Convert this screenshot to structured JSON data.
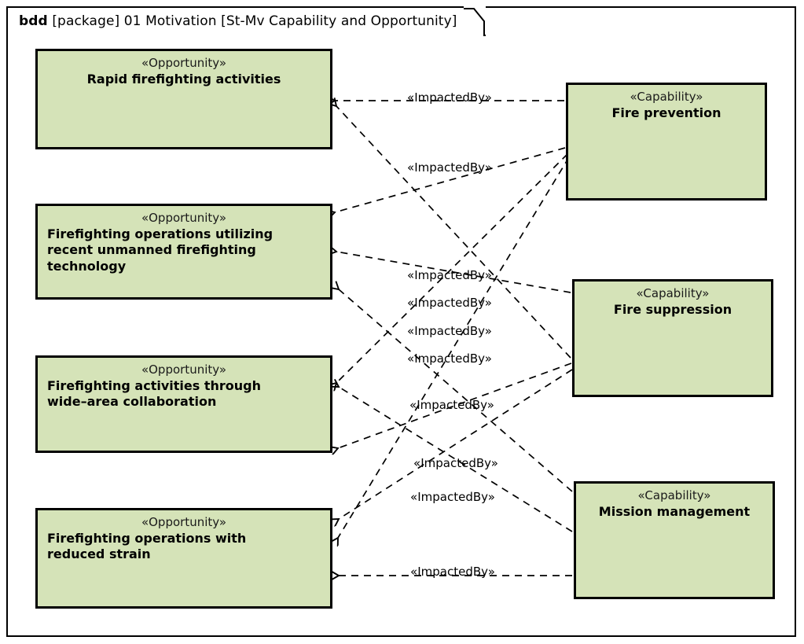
{
  "diagram": {
    "kind_label": "bdd",
    "title_rest": " [package] 01 Motivation [St-Mv Capability and Opportunity]",
    "full_title": "bdd [package] 01 Motivation [St-Mv Capability and Opportunity]",
    "fill_color": "#d5e3b8",
    "border_color": "#000000",
    "background_color": "#ffffff"
  },
  "opportunities": [
    {
      "stereotype": "«Opportunity»",
      "name": "Rapid firefighting activities",
      "lines": [
        "Rapid firefighting activities"
      ]
    },
    {
      "stereotype": "«Opportunity»",
      "name": "Firefighting operations utilizing recent unmanned firefighting technology",
      "lines": [
        "Firefighting operations utilizing",
        "recent unmanned firefighting",
        "technology"
      ]
    },
    {
      "stereotype": "«Opportunity»",
      "name": "Firefighting activities through wide-area collaboration",
      "lines": [
        "Firefighting activities through",
        "wide–area collaboration"
      ]
    },
    {
      "stereotype": "«Opportunity»",
      "name": "Firefighting operations with reduced strain",
      "lines": [
        "Firefighting operations with",
        "reduced strain"
      ]
    }
  ],
  "capabilities": [
    {
      "stereotype": "«Capability»",
      "name": "Fire prevention"
    },
    {
      "stereotype": "«Capability»",
      "name": "Fire suppression"
    },
    {
      "stereotype": "«Capability»",
      "name": "Mission management"
    }
  ],
  "relationships": {
    "label": "«ImpactedBy»",
    "labels": [
      "«ImpactedBy»",
      "«ImpactedBy»",
      "«ImpactedBy»",
      "«ImpactedBy»",
      "«ImpactedBy»",
      "«ImpactedBy»",
      "«ImpactedBy»",
      "«ImpactedBy»",
      "«ImpactedBy»",
      "«ImpactedBy»",
      "«ImpactedBy»"
    ],
    "edges": [
      {
        "from": "Fire prevention",
        "to": "Rapid firefighting activities"
      },
      {
        "from": "Fire prevention",
        "to": "Firefighting operations utilizing recent unmanned firefighting technology"
      },
      {
        "from": "Fire prevention",
        "to": "Firefighting activities through wide-area collaboration"
      },
      {
        "from": "Fire prevention",
        "to": "Firefighting operations with reduced strain"
      },
      {
        "from": "Fire suppression",
        "to": "Rapid firefighting activities"
      },
      {
        "from": "Fire suppression",
        "to": "Firefighting operations utilizing recent unmanned firefighting technology"
      },
      {
        "from": "Fire suppression",
        "to": "Firefighting activities through wide-area collaboration"
      },
      {
        "from": "Fire suppression",
        "to": "Firefighting operations with reduced strain"
      },
      {
        "from": "Mission management",
        "to": "Firefighting operations utilizing recent unmanned firefighting technology"
      },
      {
        "from": "Mission management",
        "to": "Firefighting activities through wide-area collaboration"
      },
      {
        "from": "Mission management",
        "to": "Firefighting operations with reduced strain"
      }
    ]
  }
}
